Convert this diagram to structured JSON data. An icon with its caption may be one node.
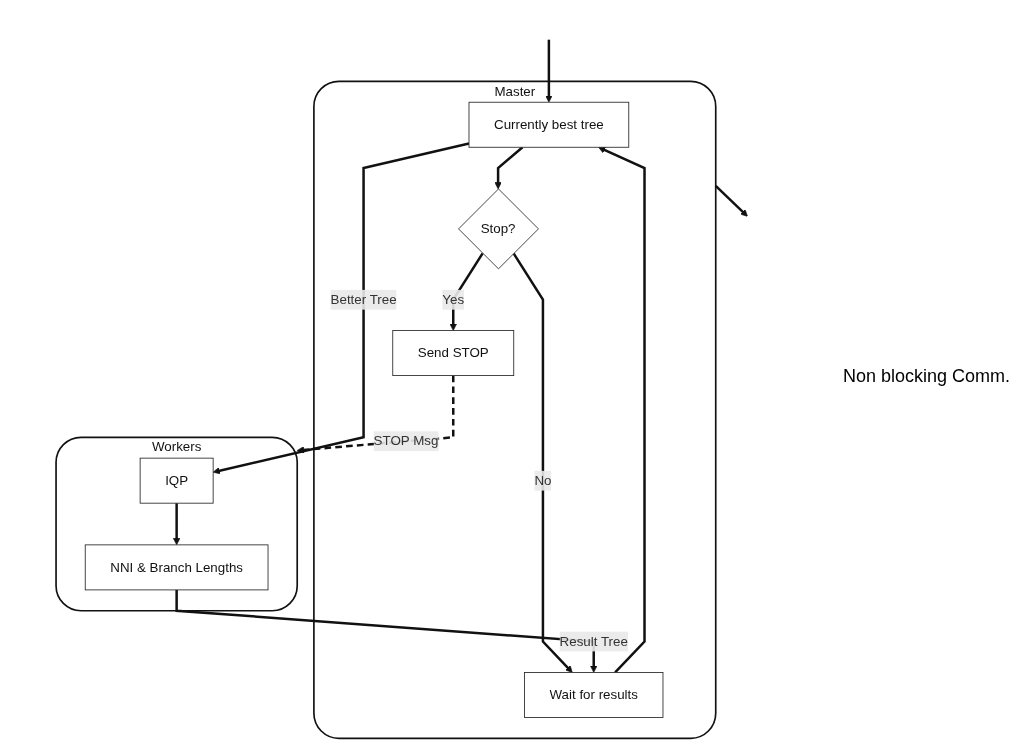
{
  "diagram": {
    "nodes": [
      {
        "text": [
          "Master"
        ]
      },
      {
        "text": [
          "Currently best tree"
        ],
        "in": 0
      },
      {
        "text": [
          "Stop?"
        ],
        "in": 0
      },
      {
        "text": [
          "Wait for results"
        ],
        "in": 0
      },
      {
        "text": [
          "Send STOP"
        ],
        "in": 0
      },
      {
        "text": [
          "Workers"
        ]
      },
      {
        "text": [
          "IQP"
        ],
        "in": 5
      },
      {
        "text": [
          "NNI & Branch Lengths"
        ],
        "in": 5
      }
    ],
    "edges": [
      {
        "from": null,
        "to": 1,
        "arrow": "to"
      },
      {
        "from": 1,
        "to": 2,
        "arrow": "to"
      },
      {
        "from": 2,
        "to": 3,
        "arrow": "to",
        "label": "No"
      },
      {
        "from": 3,
        "to": 1,
        "arrow": "to"
      },
      {
        "from": 2,
        "to": 4,
        "arrow": "to",
        "label": "Yes"
      },
      {
        "from": 1,
        "to": 6,
        "arrow": "to",
        "label": "Better Tree"
      },
      {
        "from": 6,
        "to": 7,
        "arrow": "to"
      },
      {
        "from": 7,
        "to": 3,
        "arrow": "to",
        "label": "Result Tree"
      },
      {
        "from": 4,
        "to": 5,
        "arrow": "to",
        "label": "STOP Msg",
        "style": "dashed"
      },
      {
        "from": 0,
        "to": null,
        "arrow": "to"
      }
    ],
    "labels": [
      "Non blocking Comm."
    ]
  }
}
